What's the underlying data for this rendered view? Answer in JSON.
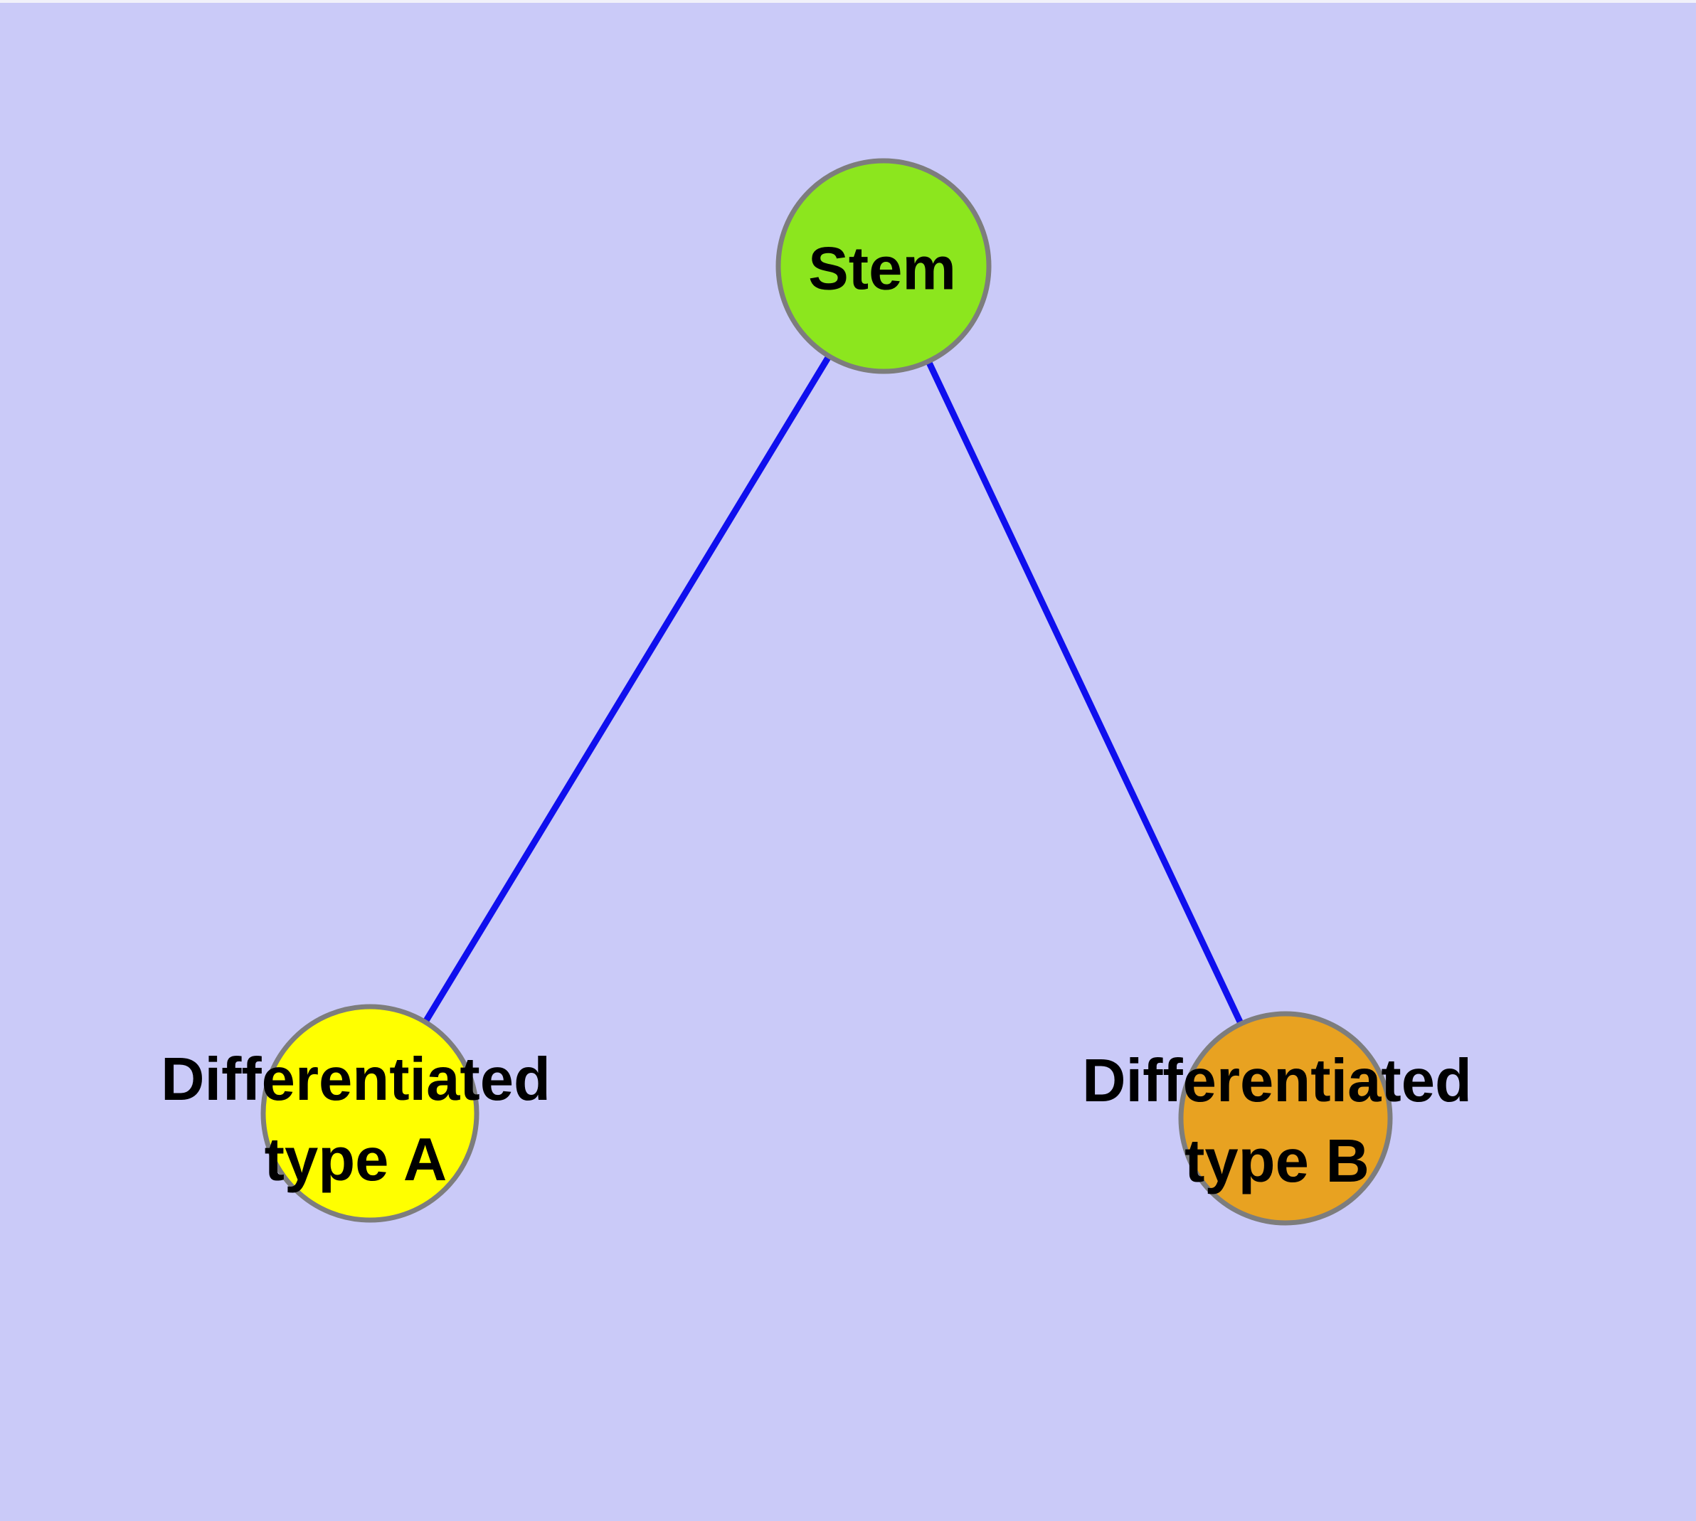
{
  "diagram": {
    "type": "graph",
    "background_color": "#cacaf8",
    "edge_color": "#0f0fee",
    "node_border_color": "#7d7d7d",
    "text_color": "#000000",
    "nodes": {
      "stem": {
        "label": "Stem",
        "fill": "#8ce61e"
      },
      "type_a": {
        "label": "Differentiated type A",
        "line1": "Differentiated",
        "line2": "type A",
        "fill": "#ffff00"
      },
      "type_b": {
        "label": "Differentiated type B",
        "line1": "Differentiated",
        "line2": "type B",
        "fill": "#e8a221"
      }
    },
    "edges": [
      {
        "from": "Stem",
        "to": "Differentiated type A"
      },
      {
        "from": "Stem",
        "to": "Differentiated type B"
      }
    ]
  }
}
